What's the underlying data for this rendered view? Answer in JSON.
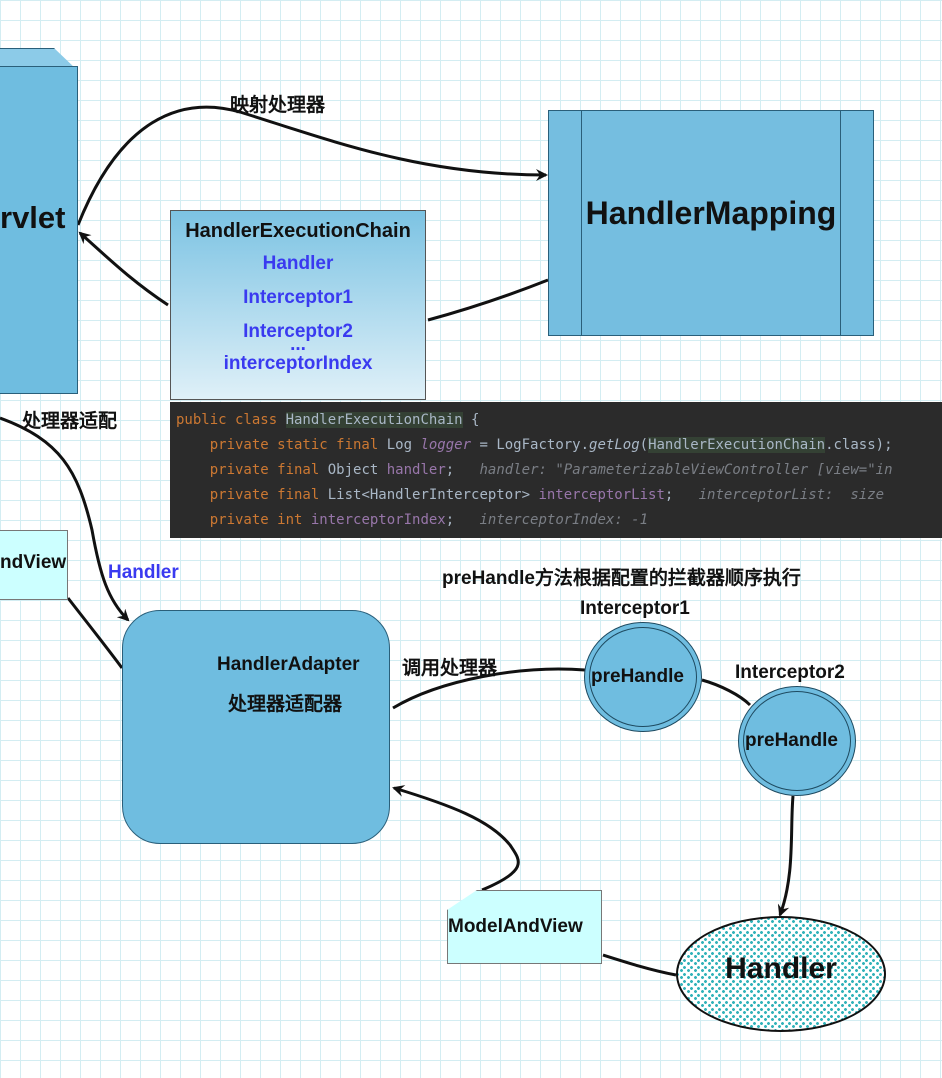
{
  "servlet": {
    "label": "rvlet"
  },
  "handler_mapping": {
    "title": "HandlerMapping"
  },
  "edge_labels": {
    "mapping_handler": "映射处理器",
    "handler_adapt": "处理器适配",
    "invoke_handler": "调用处理器",
    "prehandle_note": "preHandle方法根据配置的拦截器顺序执行"
  },
  "execution_chain": {
    "title": "HandlerExecutionChain",
    "items": [
      "Handler",
      "Interceptor1",
      "Interceptor2",
      "...",
      "interceptorIndex"
    ]
  },
  "code": {
    "line1": {
      "kw": "public class ",
      "name": "HandlerExecutionChain",
      "rest": " {"
    },
    "line2": {
      "kw": "private static final ",
      "type": "Log ",
      "field": "logger",
      "rest1": " = LogFactory.",
      "method": "getLog",
      "paren": "(",
      "cls": "HandlerExecutionChain",
      "rest2": ".class);"
    },
    "line3": {
      "kw": "private final ",
      "type": "Object ",
      "field": "handler",
      "semi": ";",
      "hint": "handler: \"ParameterizableViewController [view=\"in"
    },
    "line4": {
      "kw": "private final ",
      "type": "List<HandlerInterceptor> ",
      "field": "interceptorList",
      "semi": ";",
      "hint": "interceptorList:  size"
    },
    "line5": {
      "kw": "private int ",
      "field": "interceptorIndex",
      "semi": ";",
      "hint": "interceptorIndex: -1"
    }
  },
  "handler_link_label": "Handler",
  "handler_adapter": {
    "title": "HandlerAdapter",
    "subtitle": "处理器适配器"
  },
  "model_and_view_left": "ndView",
  "model_and_view": "ModelAndView",
  "interceptor1": {
    "title": "Interceptor1",
    "method": "preHandle"
  },
  "interceptor2": {
    "title": "Interceptor2",
    "method": "preHandle"
  },
  "handler": "Handler",
  "colors": {
    "box_fill": "#6fbde0",
    "label_blue": "#3a3af0",
    "note_fill": "#ccffff",
    "code_bg": "#2b2b2b",
    "dots": "#33b3ba"
  }
}
